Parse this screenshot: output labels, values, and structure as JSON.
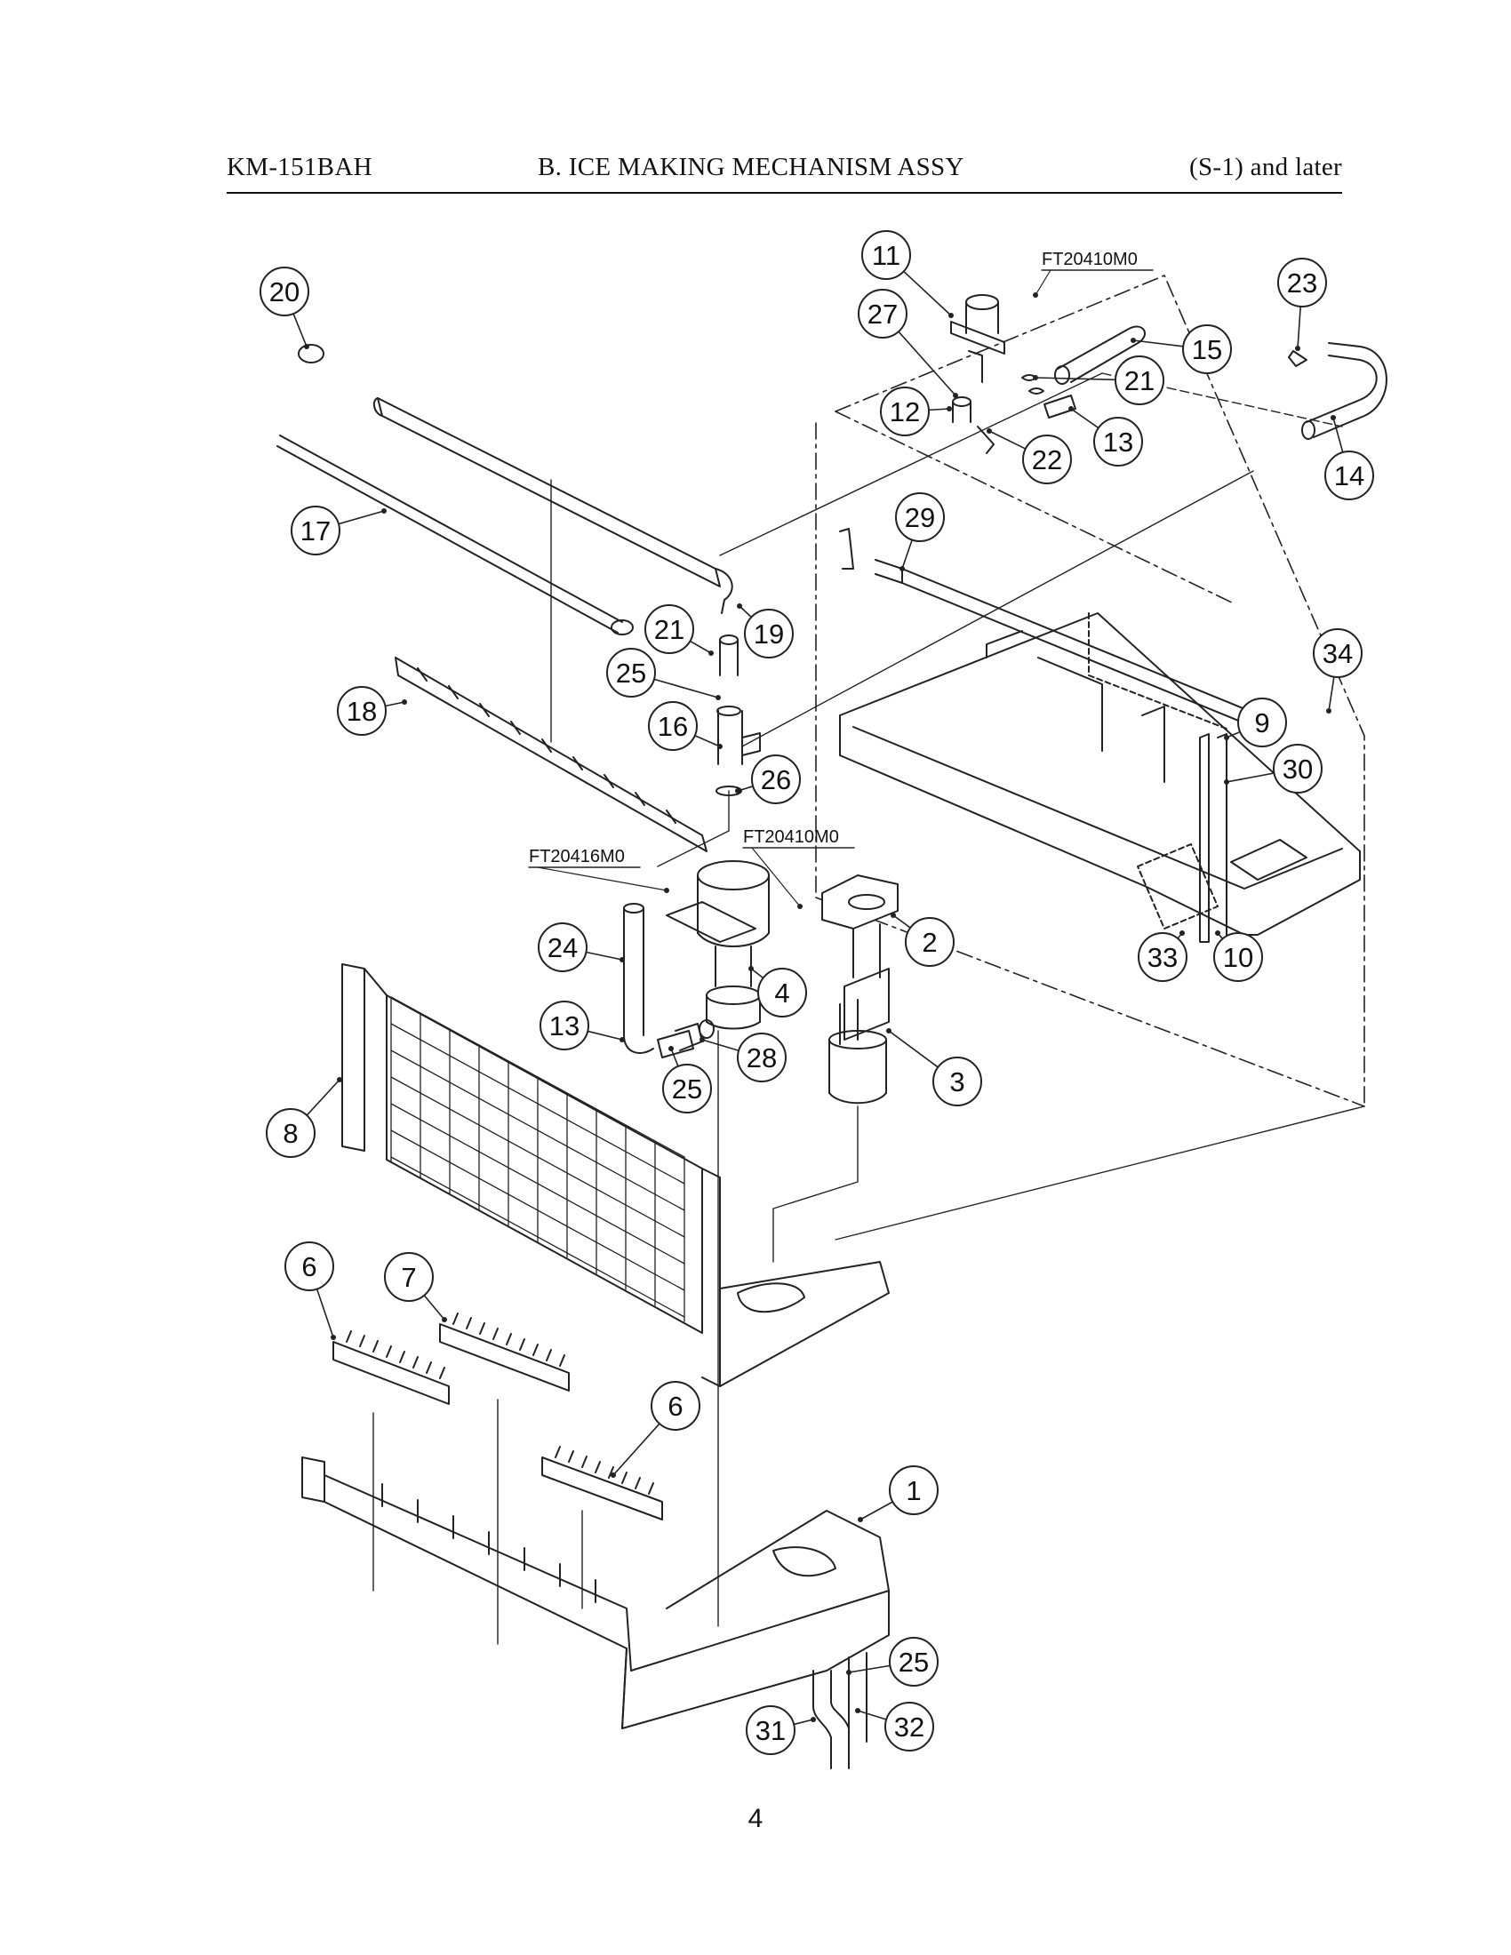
{
  "header": {
    "model": "KM-151BAH",
    "title": "B. ICE MAKING MECHANISM ASSY",
    "range": "(S-1) and later"
  },
  "page_number": "4",
  "part_codes": [
    "FT20410M0",
    "FT20416M0",
    "FT20410M0"
  ],
  "callouts": [
    "1",
    "2",
    "3",
    "4",
    "6",
    "6",
    "7",
    "8",
    "9",
    "10",
    "11",
    "12",
    "13",
    "13",
    "14",
    "15",
    "16",
    "17",
    "18",
    "19",
    "20",
    "21",
    "21",
    "22",
    "23",
    "24",
    "25",
    "25",
    "25",
    "26",
    "27",
    "28",
    "29",
    "30",
    "31",
    "32",
    "33",
    "34"
  ]
}
